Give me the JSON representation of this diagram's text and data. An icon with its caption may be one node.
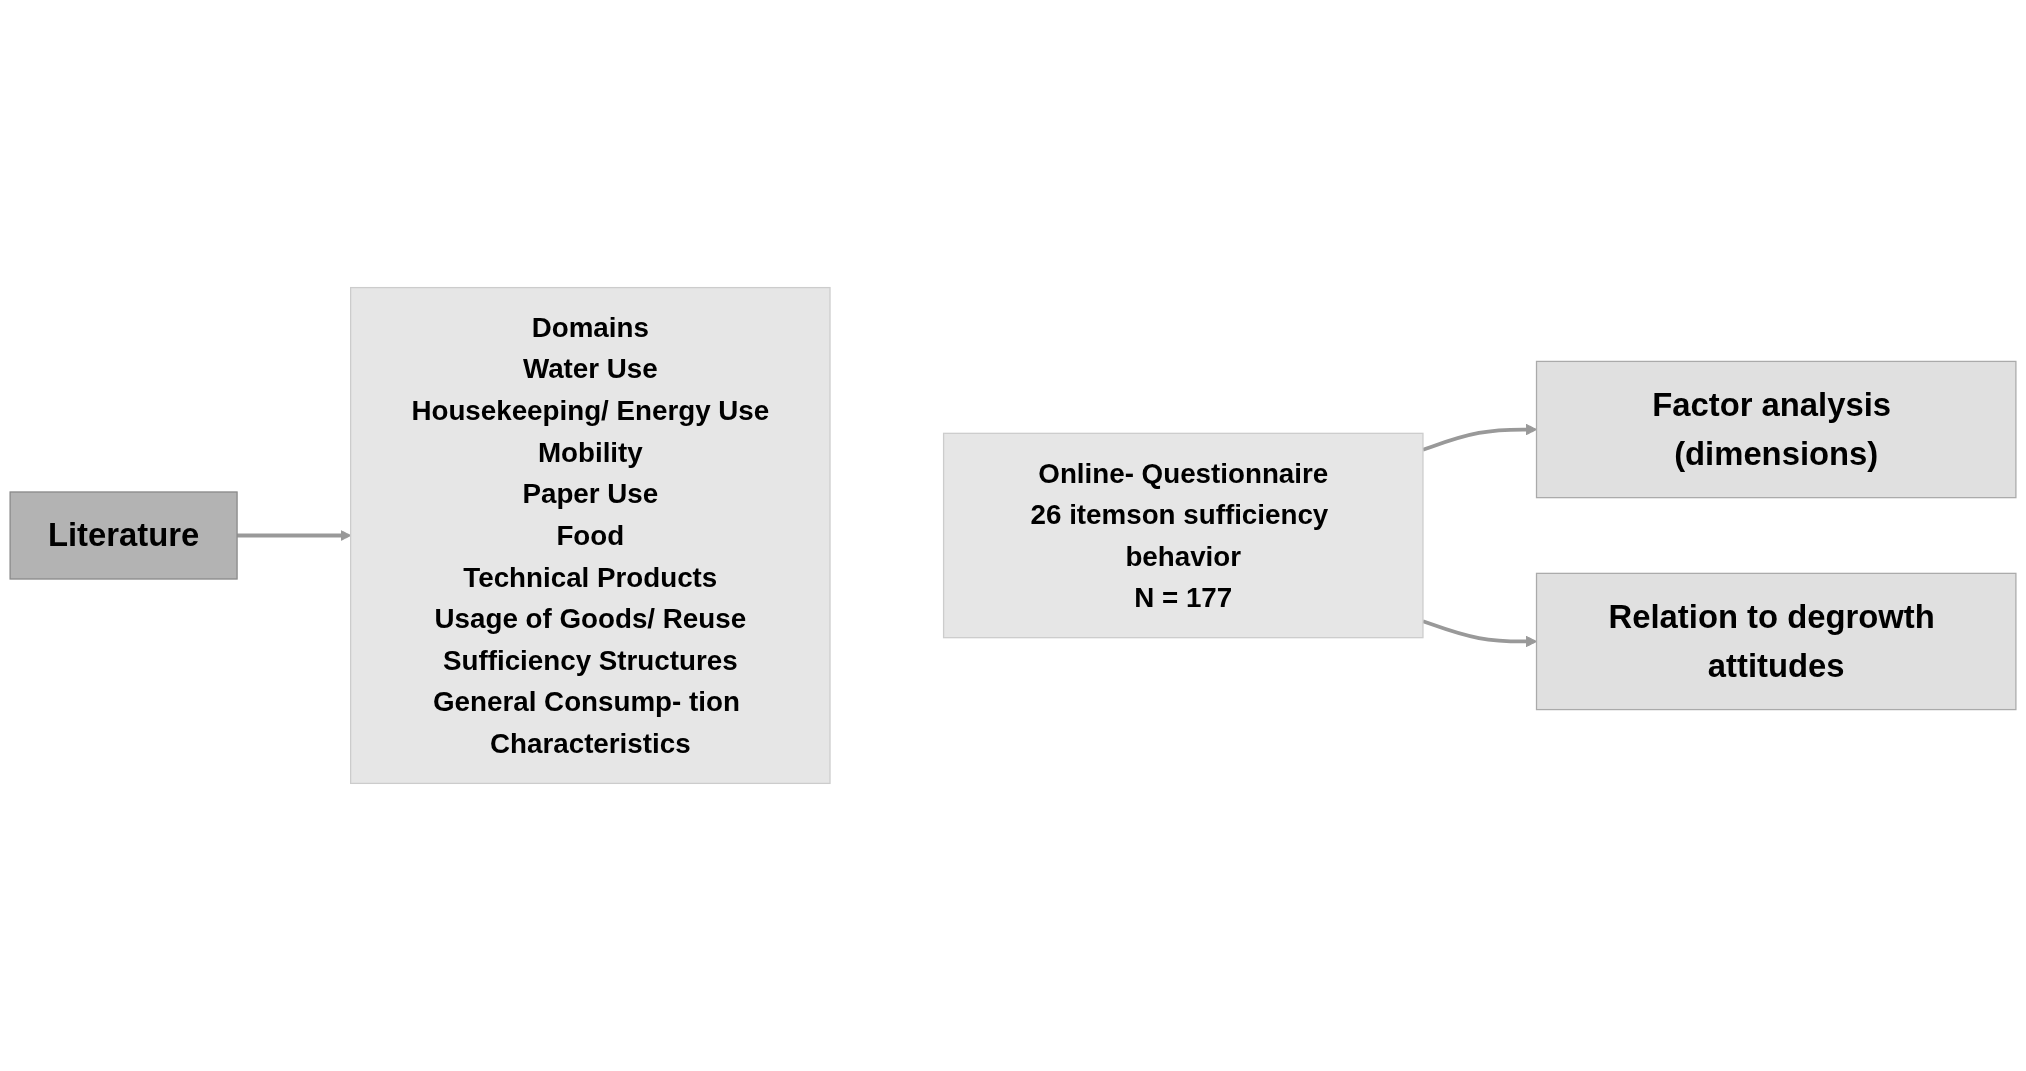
{
  "diagram": {
    "nodes": [
      {
        "text": [
          "Literature"
        ]
      },
      {
        "text": [
          "Domains",
          "Water Use",
          "Housekeeping/ Energy Use",
          "Mobility",
          "Paper Use",
          "Food",
          "Technical Products",
          "Usage of Goods/ Reuse",
          "Sufficiency Structures",
          "General Consump- tion Characteristics"
        ]
      },
      {
        "text": [
          "Online- Questionnaire",
          "26 itemson sufficiency behavior",
          "N = 177"
        ]
      },
      {
        "text": [
          "Factor analysis (dimensions)"
        ]
      },
      {
        "text": [
          "Relation to degrowth attitudes"
        ]
      }
    ],
    "edges": [
      {
        "from": 0,
        "to": 1,
        "arrow": "to"
      },
      {
        "from": 2,
        "to": 3,
        "arrow": "to"
      },
      {
        "from": 2,
        "to": 4,
        "arrow": "to"
      }
    ]
  }
}
